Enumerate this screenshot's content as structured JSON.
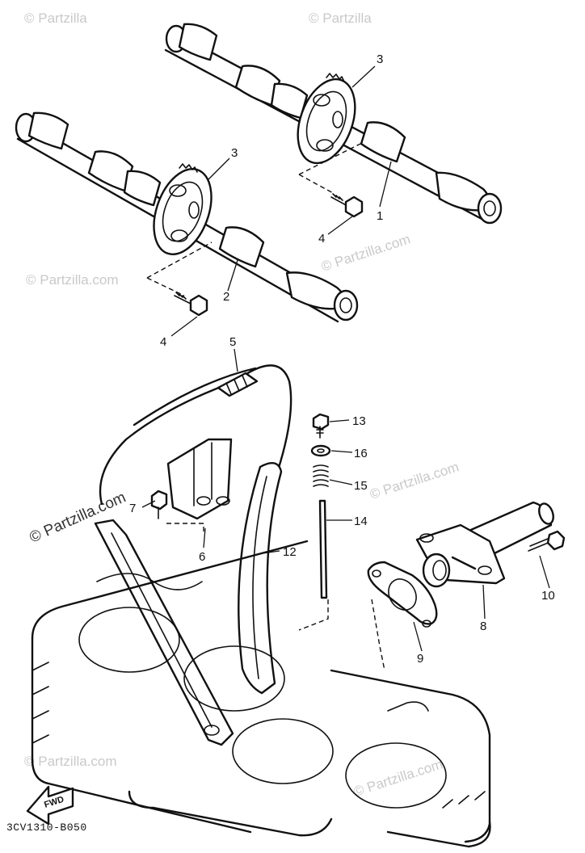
{
  "callouts": {
    "c1": "1",
    "c2": "2",
    "c3a": "3",
    "c3b": "3",
    "c4a": "4",
    "c4b": "4",
    "c5": "5",
    "c6": "6",
    "c7": "7",
    "c8": "8",
    "c9": "9",
    "c10": "10",
    "c12": "12",
    "c13": "13",
    "c14": "14",
    "c15": "15",
    "c16": "16"
  },
  "watermarks": {
    "main": "© Partzilla.com",
    "short": "© Partzilla"
  },
  "fwd_label": "FWD",
  "diagram_code": "3CV1310-B050"
}
